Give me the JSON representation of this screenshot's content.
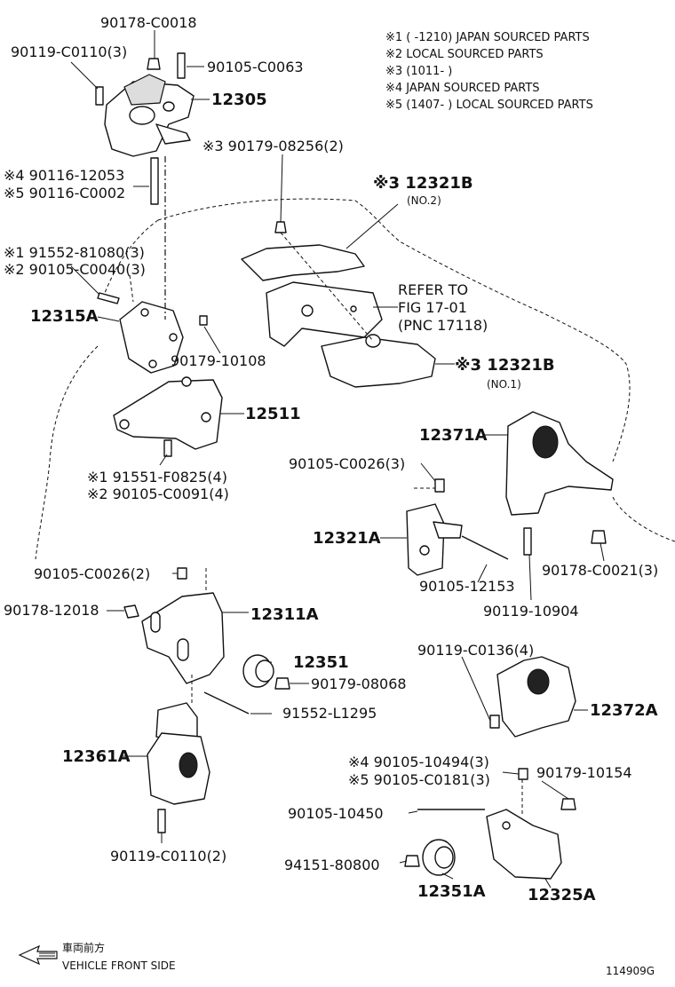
{
  "notes": [
    "※1 (      -1210) JAPAN SOURCED PARTS",
    "※2 LOCAL SOURCED PARTS",
    "※3 (1011-      )",
    "※4 JAPAN SOURCED PARTS",
    "※5 (1407-      ) LOCAL SOURCED PARTS"
  ],
  "labels": {
    "p90178_C0018": "90178-C0018",
    "p90119_C0110_3": "90119-C0110(3)",
    "p90105_C0063": "90105-C0063",
    "p12305": "12305",
    "p90116_12053": "※4 90116-12053",
    "p90116_C0002": "※5 90116-C0002",
    "p90179_08256": "※3 90179-08256(2)",
    "p12321B_top": "※3 12321B",
    "no2": "(NO.2)",
    "p91552_81080": "※1 91552-81080(3)",
    "p90105_C0040": "※2 90105-C0040(3)",
    "refer1": "REFER TO",
    "refer2": "FIG 17-01",
    "refer3": "(PNC 17118)",
    "p12315A": "12315A",
    "p90179_10108": "90179-10108",
    "p12321B_bot": "※3 12321B",
    "no1": "(NO.1)",
    "p12511": "12511",
    "p12371A": "12371A",
    "p91551_F0825": "※1 91551-F0825(4)",
    "p90105_C0091": "※2 90105-C0091(4)",
    "p90105_C0026_3": "90105-C0026(3)",
    "p12321A": "12321A",
    "p90178_C0021": "90178-C0021(3)",
    "p90105_12153": "90105-12153",
    "p90119_10904": "90119-10904",
    "p90105_C0026_2": "90105-C0026(2)",
    "p90178_12018": "90178-12018",
    "p12311A": "12311A",
    "p12351": "12351",
    "p90179_08068": "90179-08068",
    "p91552_L1295": "91552-L1295",
    "p90119_C0136": "90119-C0136(4)",
    "p12372A": "12372A",
    "p12361A": "12361A",
    "p90119_C0110_2": "90119-C0110(2)",
    "p90105_10494": "※4 90105-10494(3)",
    "p90105_C0181": "※5 90105-C0181(3)",
    "p90179_10154": "90179-10154",
    "p90105_10450": "90105-10450",
    "p94151_80800": "94151-80800",
    "p12351A": "12351A",
    "p12325A": "12325A"
  },
  "footer": {
    "japanese": "車両前方",
    "english": "VEHICLE FRONT SIDE",
    "code": "114909G"
  }
}
